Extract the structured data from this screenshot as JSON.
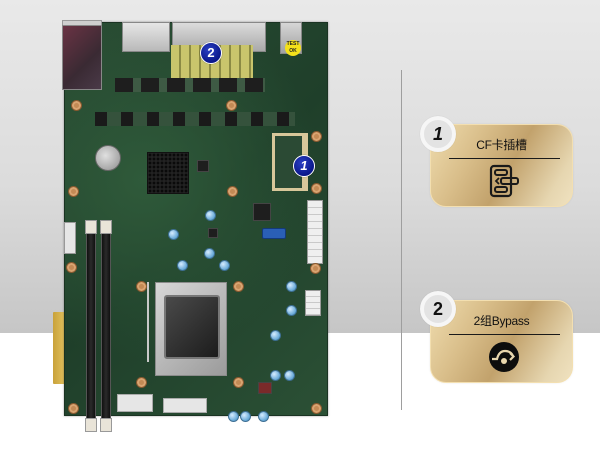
{
  "colors": {
    "background_top": "#e9e9e9",
    "background_bottom": "#c6c6c6",
    "lower_background": "#ffffff",
    "card_gold": "#c2a26c",
    "card_light": "#efdcae",
    "board_badge_blue": "#0a178a",
    "divider": "#9e9e9e"
  },
  "board": {
    "markers": [
      {
        "number": "1",
        "target": "CF card slot"
      },
      {
        "number": "2",
        "target": "Bypass relays"
      }
    ],
    "test_sticker": "TEST OK"
  },
  "features": [
    {
      "number": "1",
      "title": "CF卡插槽",
      "icon": "cf-card-slot-icon"
    },
    {
      "number": "2",
      "title": "2组Bypass",
      "icon": "bypass-icon"
    }
  ]
}
